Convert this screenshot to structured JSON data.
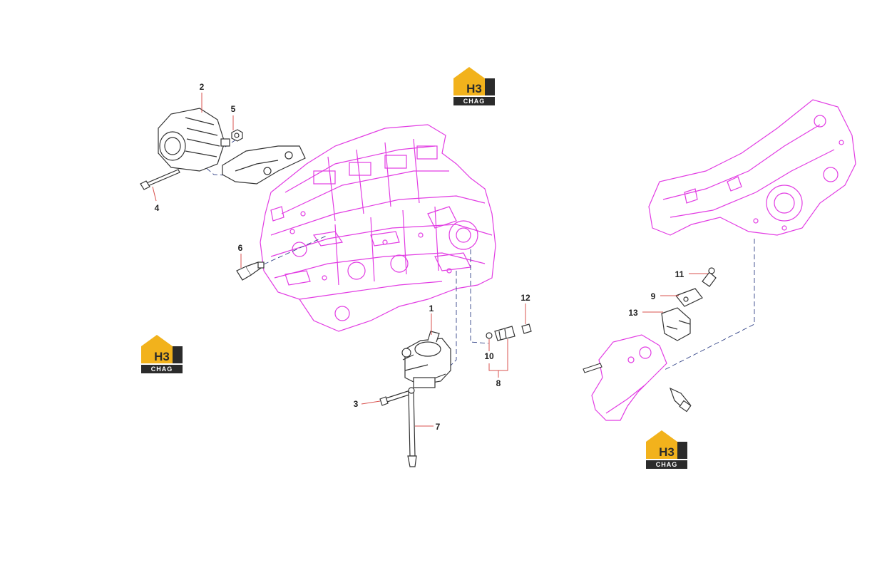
{
  "diagram": {
    "callouts": [
      {
        "id": "c1",
        "label": "1"
      },
      {
        "id": "c2",
        "label": "2"
      },
      {
        "id": "c3",
        "label": "3"
      },
      {
        "id": "c4",
        "label": "4"
      },
      {
        "id": "c5",
        "label": "5"
      },
      {
        "id": "c6",
        "label": "6"
      },
      {
        "id": "c7",
        "label": "7"
      },
      {
        "id": "c8",
        "label": "8"
      },
      {
        "id": "c9",
        "label": "9"
      },
      {
        "id": "c10",
        "label": "10"
      },
      {
        "id": "c11",
        "label": "11"
      },
      {
        "id": "c12",
        "label": "12"
      },
      {
        "id": "c13",
        "label": "13"
      }
    ],
    "watermark": {
      "top": "H3",
      "bottom": "CHAG"
    },
    "colors": {
      "engine": "#e23ce3",
      "parts": "#333333",
      "leader": "#d9534f",
      "logo_yellow": "#f2b21c",
      "logo_dark": "#2b2b2b"
    }
  }
}
